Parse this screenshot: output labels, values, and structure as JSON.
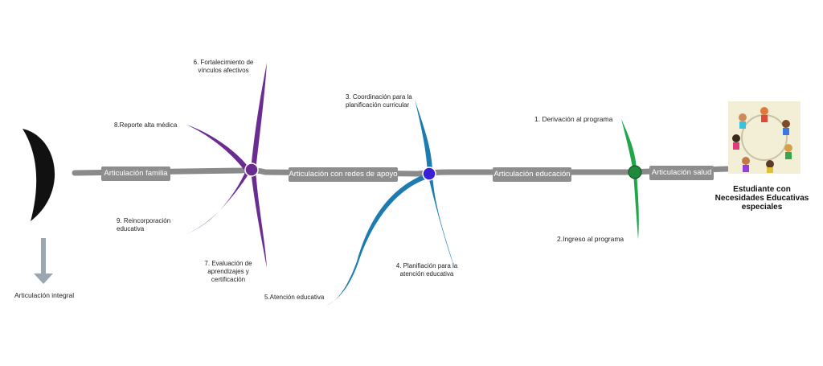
{
  "diagram": {
    "segments": {
      "familia": "Articulación familia",
      "redes": "Articulación con redes de apoyo",
      "educacion": "Articulación educación",
      "salud": "Articulación salud"
    },
    "student_label": "Estudiante con Necesidades Educativas especiales",
    "result_label": "Articulación integral",
    "steps": {
      "s1": "1. Derivación al programa",
      "s2": "2.Ingreso al programa",
      "s3": "3. Coordinación para la planificación curricular",
      "s4": "4. Planifiación para la atención educativa",
      "s5": "5.Atención educativa",
      "s6": "6. Fortalecimiento de vínculos afectivos",
      "s7": "7. Evaluación de aprendizajes y certificación",
      "s8": "8.Reporte alta médica",
      "s9": "9. Reincorporación educativa"
    },
    "colors": {
      "spine": "#8a8a8a",
      "purple": "#6a2c91",
      "blue": "#1c7bb0",
      "green": "#22a64a",
      "node_blue": "#3a1fd8",
      "node_green": "#1f8a3a"
    }
  }
}
